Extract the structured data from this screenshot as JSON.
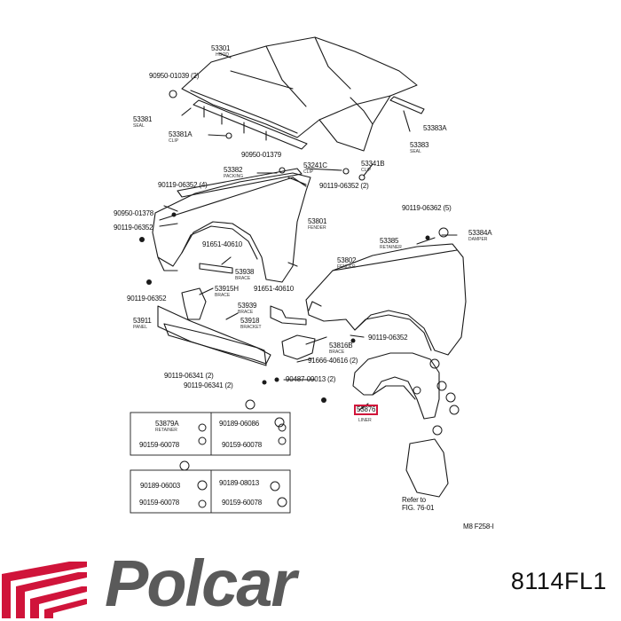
{
  "diagram": {
    "labels": {
      "l53301": "53301",
      "l53301s": "HOOD",
      "l90950a": "90950-01039 (2)",
      "l53381": "53381",
      "l53381s": "SEAL",
      "l53381a": "53381A",
      "l53381as": "CLIP",
      "l90950b": "90950-01379",
      "l53382": "53382",
      "l53382s": "PACKING",
      "l90119a": "90119-06352 (4)",
      "l53241c": "53241C",
      "l53241cs": "CLIP",
      "l53341b": "53341B",
      "l53341bs": "CLIP",
      "l90119b": "90119-06352 (2)",
      "l53383a": "53383A",
      "l53383": "53383",
      "l53383s": "SEAL",
      "l90950c": "90950-01378",
      "l90119c": "90119-06352",
      "l53801": "53801",
      "l53801s": "FENDER",
      "l91651a": "91651-40610",
      "l90119d": "90119-06362 (5)",
      "l53384a": "53384A",
      "l53384as": "DAMPER",
      "l53385": "53385",
      "l53385s": "RETAINER",
      "l53802": "53802",
      "l53802s": "FENDER",
      "l53938": "53938",
      "l53938s": "BRACE",
      "l53915h": "53915H",
      "l53915hs": "BRACE",
      "l91651b": "91651-40610",
      "l90119e": "90119-06352",
      "l53939": "53939",
      "l53939s": "BRACE",
      "l53918": "53918",
      "l53918s": "BRACKET",
      "l53911": "53911",
      "l53911s": "PANEL",
      "l90119f": "90119-06352",
      "l53816b": "53816B",
      "l53816bs": "BRACE",
      "l91666": "91666-40616 (2)",
      "l90119g": "90119-06341 (2)",
      "l90119h": "90119-06341 (2)",
      "l90487": "90487-09013 (2)",
      "l53876": "53876",
      "l53876s": "LINER",
      "l53879a": "53879A",
      "l53879as": "RETAINER",
      "l90189a": "90189-06086",
      "l90159a": "90159-60078",
      "l90159b": "90159-60078",
      "l90189b": "90189-06003",
      "l90189c": "90189-08013",
      "l90159c": "90159-60078",
      "l90159d": "90159-60078",
      "refer1": "Refer to",
      "refer2": "FIG. 76-01",
      "figcode": "M8 F258-I"
    }
  },
  "footer": {
    "brand": "Polcar",
    "part_number": "8114FL1"
  },
  "colors": {
    "highlight": "#d0143a",
    "logo_red": "#d0143a",
    "logo_gray": "#5a5a5a",
    "line": "#1a1a1a"
  }
}
